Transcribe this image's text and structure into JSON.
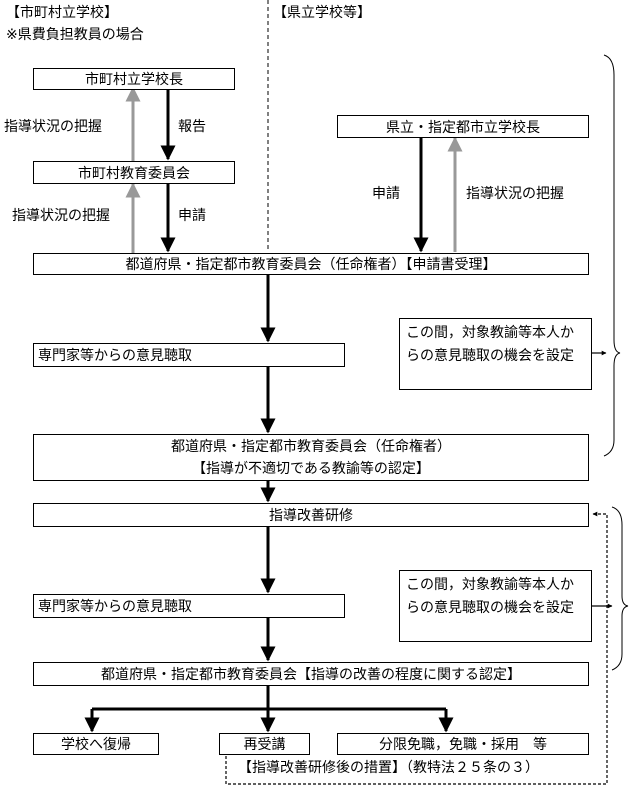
{
  "headers": {
    "left_title": "【市町村立学校】",
    "left_note": "※県費負担教員の場合",
    "right_title": "【県立学校等】"
  },
  "boxes": {
    "municipal_principal": "市町村立学校長",
    "municipal_board": "市町村教育委員会",
    "prefectural_principal": "県立・指定都市立学校長",
    "appointing_board": "都道府県・指定都市教育委員会（任命権者）【申請書受理】",
    "expert_hearing_1": "専門家等からの意見聴取",
    "certification_line1": "都道府県・指定都市教育委員会（任命権者）",
    "certification_line2": "【指導が不適切である教諭等の認定】",
    "training": "指導改善研修",
    "expert_hearing_2": "専門家等からの意見聴取",
    "improvement_cert": "都道府県・指定都市教育委員会【指導の改善の程度に関する認定】",
    "return_to_school": "学校へ復帰",
    "retake": "再受講",
    "dismissal": "分限免職，免職・採用　等"
  },
  "notes": {
    "hearing_note_1": "この間，対象教諭等本人からの意見聴取の機会を設定",
    "hearing_note_2": "この間，対象教諭等本人からの意見聴取の機会を設定"
  },
  "arrow_labels": {
    "grasp_1": "指導状況の把握",
    "report": "報告",
    "grasp_2": "指導状況の把握",
    "apply_1": "申請",
    "apply_2": "申請",
    "grasp_3": "指導状況の把握"
  },
  "footer": {
    "measures": "【指導改善研修後の措置】（教特法２５条の３）"
  }
}
